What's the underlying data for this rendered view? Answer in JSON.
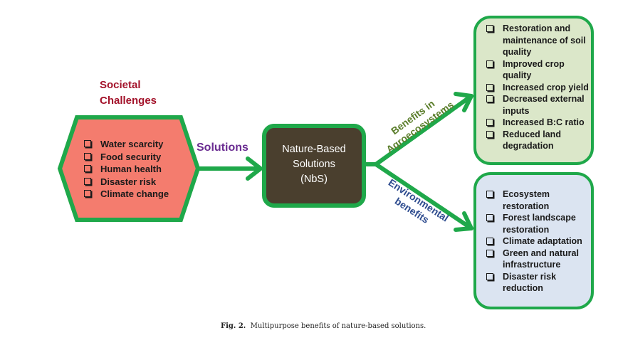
{
  "challenges": {
    "title_line1": "Societal",
    "title_line2": "Challenges",
    "items": [
      "Water scarcity",
      "Food security",
      "Human health",
      "Disaster risk",
      "Climate change"
    ]
  },
  "solutions_label": "Solutions",
  "nbs": {
    "line1": "Nature-Based",
    "line2": "Solutions",
    "line3": "(NbS)"
  },
  "branches": {
    "agro_line1": "Benefits in",
    "agro_line2": "Agroecosystems",
    "env_line1": "Environmental",
    "env_line2": "benefits"
  },
  "agro_benefits": [
    "Restoration and maintenance of soil quality",
    "Improved crop quality",
    "Increased crop yield",
    "Decreased external inputs",
    "Increased B:C ratio",
    "Reduced land degradation"
  ],
  "env_benefits": [
    "Ecosystem restoration",
    "Forest landscape restoration",
    "Climate adaptation",
    "Green and natural infrastructure",
    "Disaster risk reduction"
  ],
  "caption": {
    "label": "Fig. 2.",
    "text": "Multipurpose benefits of nature-based solutions."
  },
  "colors": {
    "green_stroke": "#1fa84a",
    "hexagon_fill": "#f47c6e",
    "nbs_fill": "#4a3f2e",
    "agro_fill": "#dbe7c9",
    "env_fill": "#dbe4f1"
  }
}
